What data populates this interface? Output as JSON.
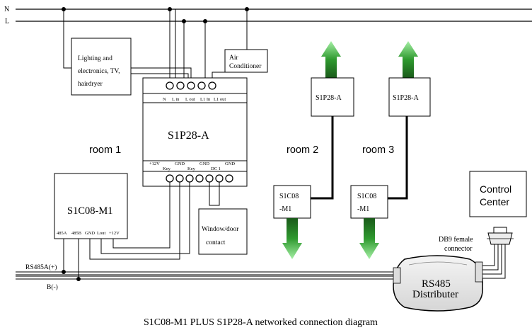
{
  "bus": {
    "n_label": "N",
    "l_label": "L"
  },
  "room1": {
    "label": "room 1",
    "lighting_box": {
      "line1": "Lighting and",
      "line2": "electronics, TV,",
      "line3": "hairdryer"
    },
    "air_conditioner": {
      "line1": "Air",
      "line2": "Conditioner"
    },
    "s1p28": {
      "title": "S1P28-A",
      "top_terms": [
        "N",
        "L in",
        "L out",
        "L1 In",
        "L1 out"
      ],
      "bottom_terms": [
        "+12V",
        "Key",
        "GND",
        "Key",
        "GND",
        "DC 1",
        "GND"
      ]
    },
    "s1c08": {
      "title": "S1C08-M1",
      "terms": [
        "485A",
        "485B",
        "GND",
        "Lout",
        "+12V"
      ]
    },
    "contact_box": {
      "line1": "Window/door",
      "line2": "contact"
    }
  },
  "room2": {
    "label": "room 2",
    "s1p28_title": "S1P28-A",
    "s1c08_line1": "S1C08",
    "s1c08_line2": "-M1"
  },
  "room3": {
    "label": "room 3",
    "s1p28_title": "S1P28-A",
    "s1c08_line1": "S1C08",
    "s1c08_line2": "-M1"
  },
  "control_center": {
    "line1": "Control",
    "line2": "Center"
  },
  "db9": {
    "line1": "DB9 female",
    "line2": "connector"
  },
  "rs485": {
    "a_label": "RS485A(+)",
    "b_label": "B(-)"
  },
  "distributer": {
    "line1": "RS485",
    "line2": "Distributer"
  },
  "caption": "S1C08-M1 PLUS S1P28-A networked connection diagram"
}
